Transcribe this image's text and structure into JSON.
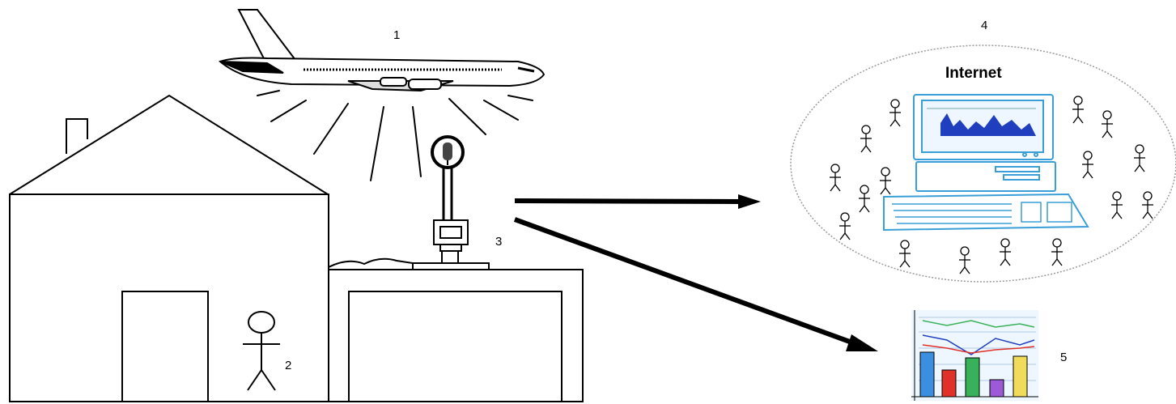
{
  "labels": {
    "airplane": "1",
    "person": "2",
    "station": "3",
    "internet": "4",
    "chart": "5"
  },
  "internet": {
    "title": "Internet"
  },
  "colors": {
    "line": "#000000",
    "screen_frame": "#3a9fd8",
    "screen_bg": "#e8f6ff",
    "signal": "#1f3fbf",
    "keyboard": "#3a9fd8",
    "cloud_border": "#9a9a9a",
    "bars": [
      "#3a8fe0",
      "#e0302a",
      "#38b25a",
      "#9c5ad8",
      "#f0dc5a"
    ]
  },
  "icons": [
    "airplane-icon",
    "house-icon",
    "person-icon",
    "microphone-icon",
    "computer-icon",
    "chart-icon"
  ]
}
